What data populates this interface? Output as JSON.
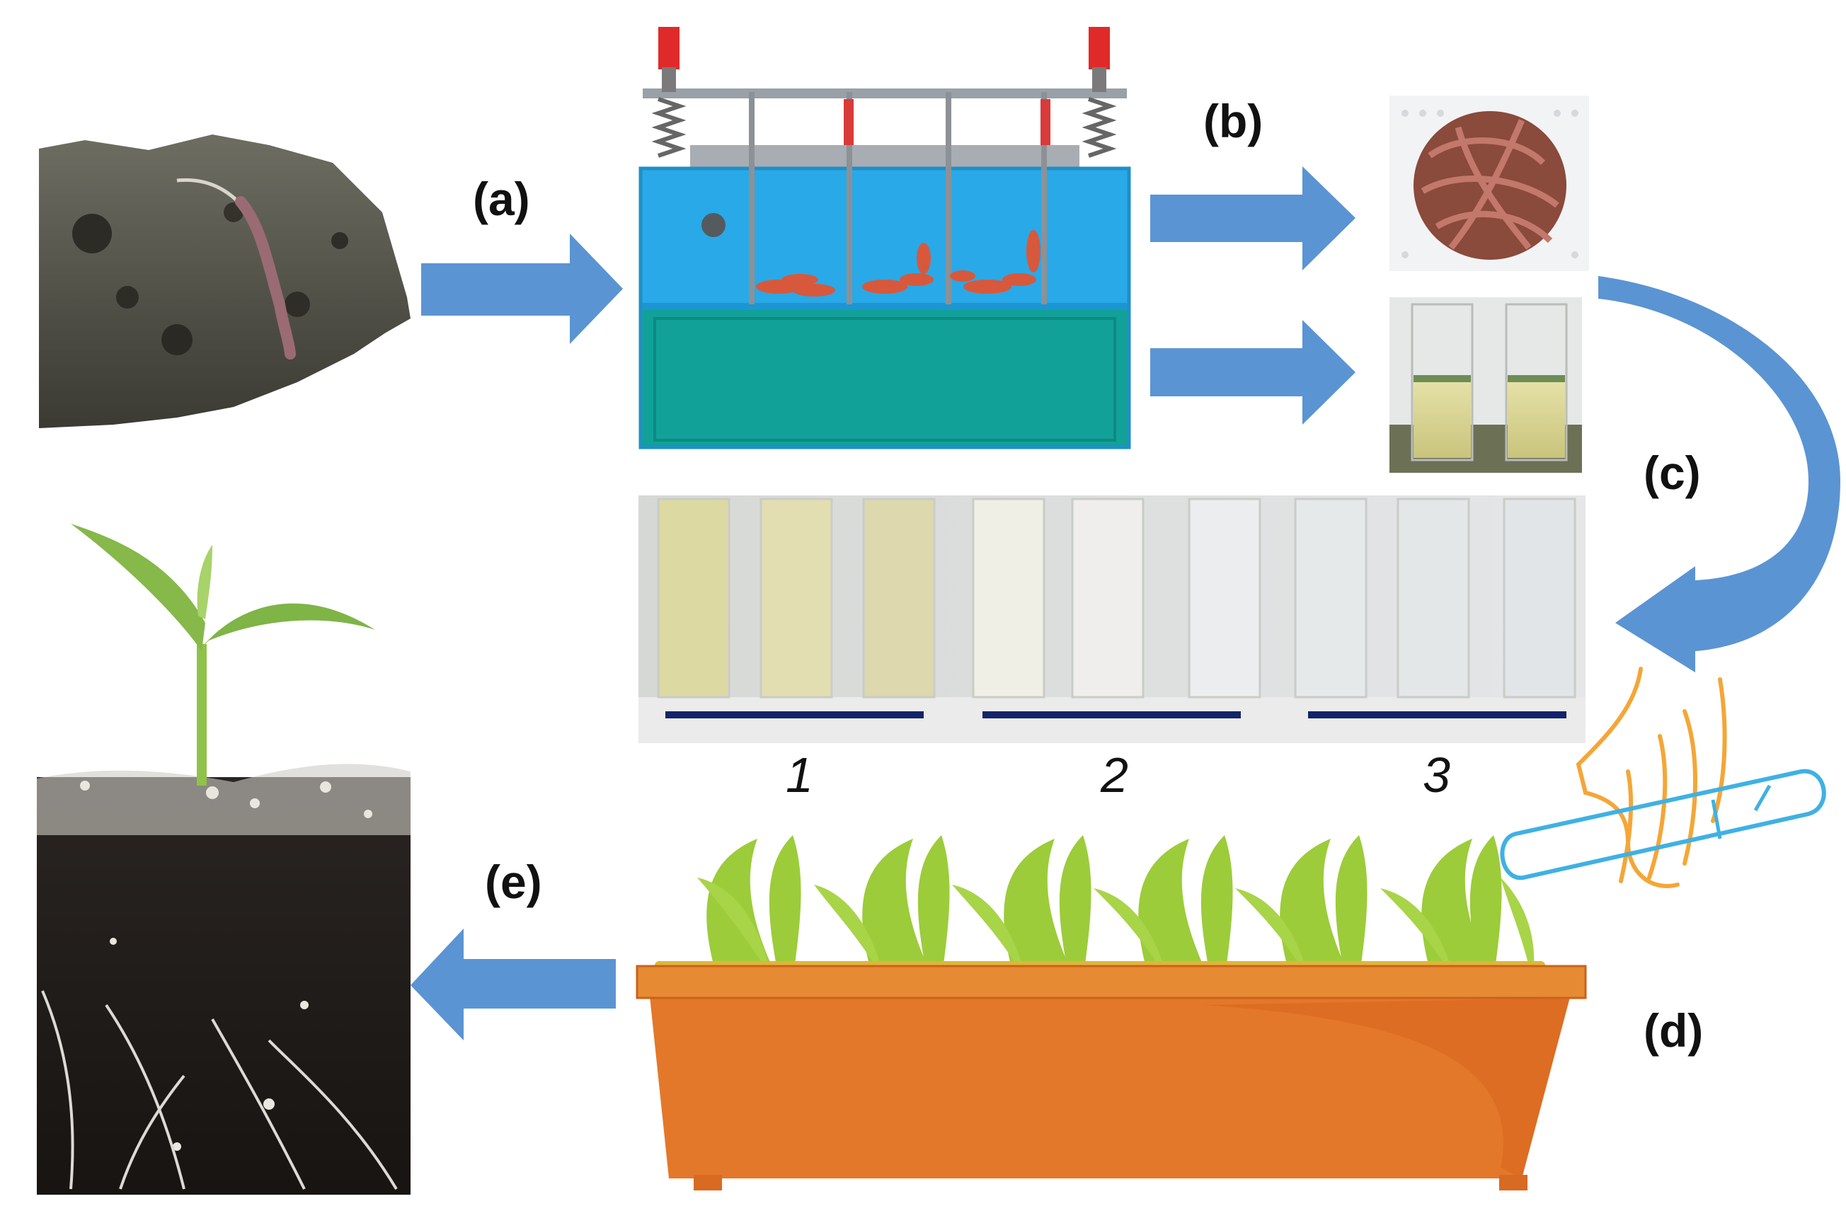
{
  "figure": {
    "step_labels": {
      "a": "(a)",
      "b": "(b)",
      "c": "(c)",
      "d": "(d)",
      "e": "(e)"
    },
    "tube_group_labels": [
      "1",
      "2",
      "3"
    ]
  },
  "colors": {
    "arrow": "#5b94d3",
    "tank_water": "#29a9e8",
    "tank_bottom": "#12a198",
    "planter": "#e3782a",
    "leaf": "#9ccc3a",
    "worm": "#d8583c",
    "scale_bar": "#12246b"
  },
  "icons": {
    "soil_with_worm": "soil-clump-image",
    "vermiculture_tank": "tank-illustration",
    "worms": "earthworm-pile-image",
    "liquid_vials": "vials-image",
    "tube_rack": "test-tubes-image",
    "hand_tube": "hand-holding-test-tube-icon",
    "planter": "seedling-planter-illustration",
    "seedling": "seedling-in-soil-image"
  }
}
